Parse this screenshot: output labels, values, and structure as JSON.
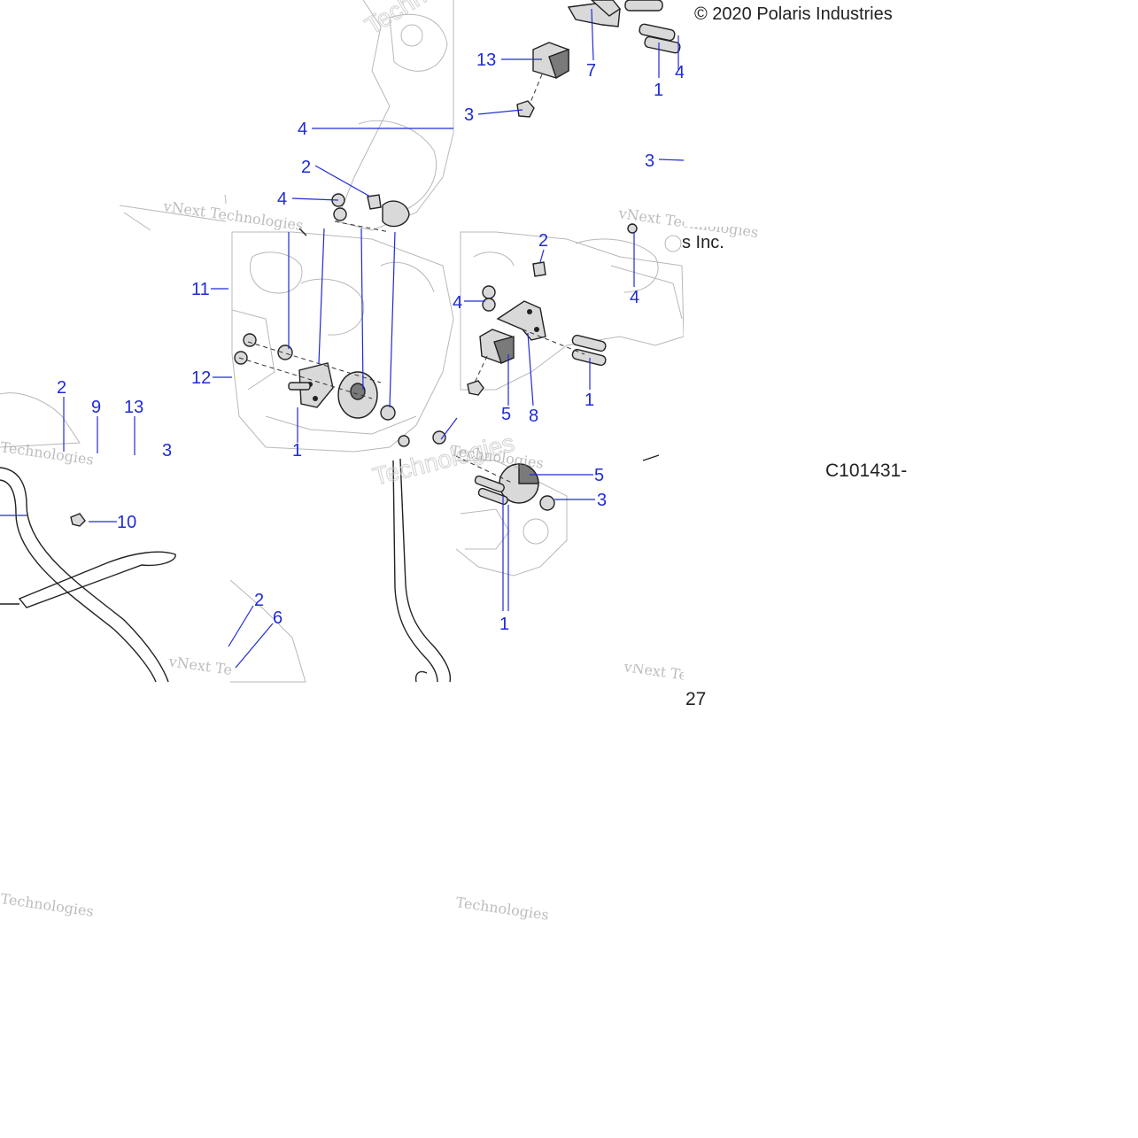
{
  "copyright": "© 2020 Polaris Industries",
  "copyright_fragment": "s Inc.",
  "diagram_code": "C101431-",
  "page_number": "27",
  "watermark_lines": [
    "vNext Technologies",
    "vNext Te",
    "Technologies"
  ],
  "colors": {
    "callout": "#1f2bd6",
    "ink": "#222222",
    "sketch": "#b8b8b8"
  },
  "callouts": [
    "13",
    "7",
    "1",
    "4",
    "3",
    "4",
    "2",
    "4",
    "3",
    "11",
    "12",
    "2",
    "9",
    "13",
    "3",
    "1",
    "2",
    "4",
    "4",
    "5",
    "8",
    "1",
    "10",
    "5",
    "3",
    "1",
    "2",
    "6"
  ]
}
